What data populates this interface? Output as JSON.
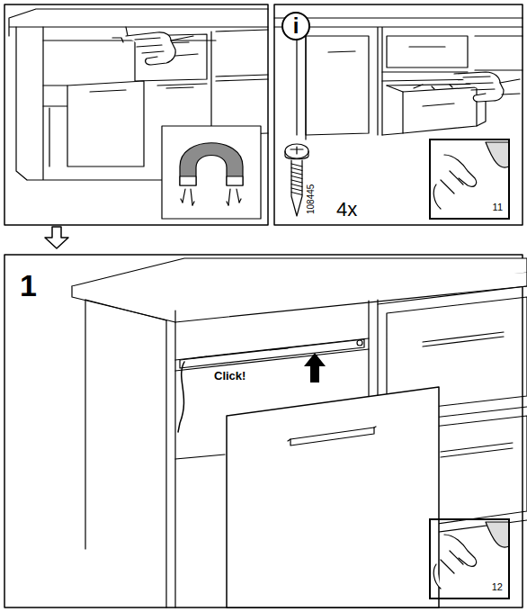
{
  "diagram": {
    "nodes": [
      {
        "text": [
          "i"
        ]
      },
      {
        "text": [
          "11"
        ]
      },
      {
        "text": [
          "12"
        ]
      }
    ],
    "labels": [
      "1",
      "Click!",
      "108445",
      "4x"
    ]
  }
}
